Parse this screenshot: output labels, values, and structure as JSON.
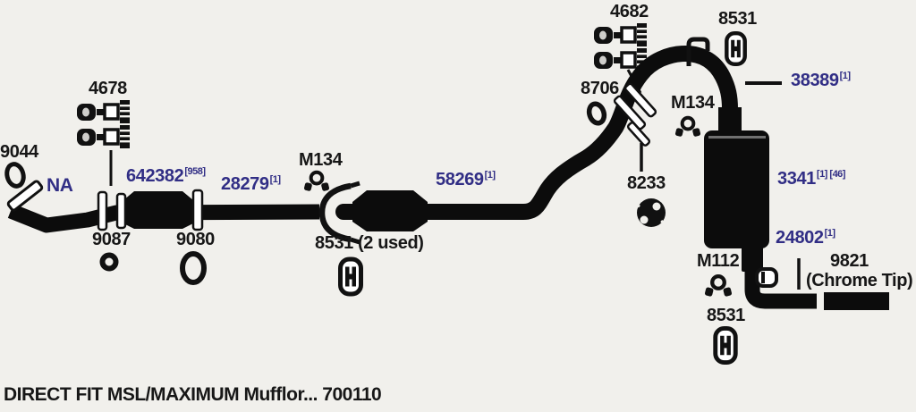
{
  "window": {
    "title": "Exhaust system parts diagram"
  },
  "colors": {
    "background": "#f1f0ec",
    "ink": "#171717",
    "link_blue": "#312e85",
    "drawing_black": "#0c0c0c"
  },
  "parts": {
    "n9044": "9044",
    "na": "NA",
    "n4678": "4678",
    "n642382": {
      "num": "642382",
      "sup": "[958]"
    },
    "n28279": {
      "num": "28279",
      "sup": "[1]"
    },
    "n9087": "9087",
    "n9080": "9080",
    "m134_left": "M134",
    "n8531_mid": "8531 (2 used)",
    "n58269": {
      "num": "58269",
      "sup": "[1]"
    },
    "n4682": "4682",
    "n8706": "8706",
    "n8531_top": "8531",
    "n38389": {
      "num": "38389",
      "sup": "[1]"
    },
    "m134_right": "M134",
    "n8233": "8233",
    "n3341": {
      "num": "3341",
      "sup": "[1] [46]"
    },
    "n24802": {
      "num": "24802",
      "sup": "[1]"
    },
    "m112": "M112",
    "n9821": {
      "num": "9821",
      "line2": "(Chrome Tip)"
    },
    "n8531_bottom": "8531"
  },
  "icons": [
    "flange-gasket-ring-icon",
    "front-flange-icon",
    "bolt-kit-icon",
    "flex-pipe-icon",
    "pipe-clamp-icon",
    "rubber-hanger-icon",
    "hanger-bracket-icon",
    "donut-gasket-icon",
    "two-bolt-flange-gasket-icon",
    "hook-rod-icon",
    "muffler-icon",
    "chrome-tip-icon"
  ],
  "footer": {
    "caption": "DIRECT FIT MSL/MAXIMUM Mufflor... 700110"
  }
}
